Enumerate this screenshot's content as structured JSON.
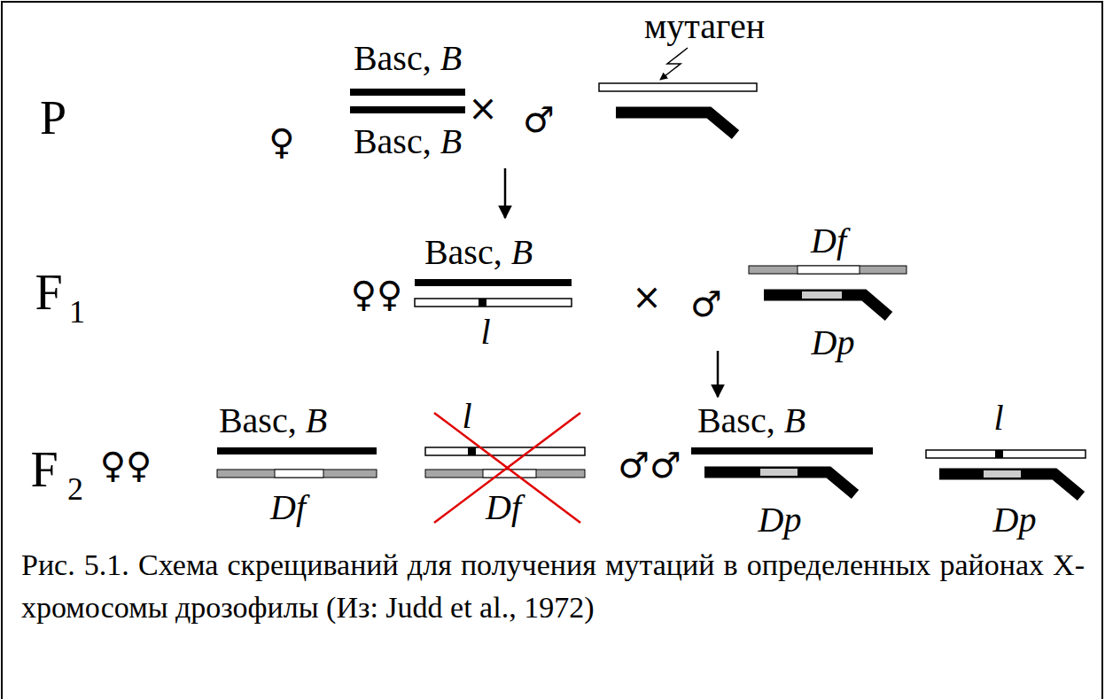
{
  "diagram": {
    "caption": "Рис. 5.1. Схема скрещиваний для получения мутаций в определенных районах X-хромосомы дрозофилы (Из: Judd et al., 1972)",
    "labels": [
      "P",
      "♀",
      "Basc, B",
      "Basc, B",
      "×",
      "♂",
      "мутаген",
      "F",
      "1",
      "♀♀",
      "Basc, B",
      "l",
      "×",
      "♂",
      "Df",
      "Dp",
      "F",
      "2",
      "♀♀",
      "Basc, B",
      "Df",
      "l",
      "Df",
      "♂♂",
      "Basc, B",
      "Dp",
      "l",
      "Dp"
    ]
  }
}
